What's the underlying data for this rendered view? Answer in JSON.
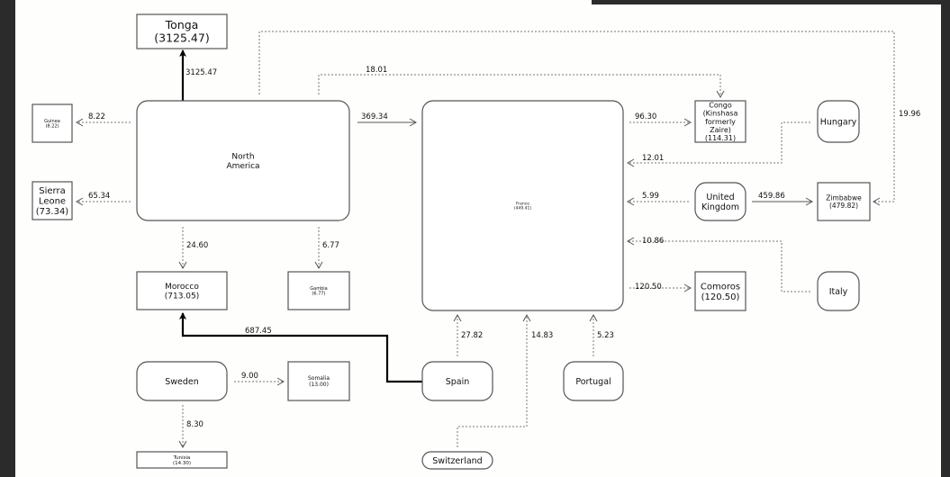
{
  "nodes": [
    {
      "id": "tonga",
      "label": [
        "Tonga",
        "(3125.47)"
      ],
      "shape": "box"
    },
    {
      "id": "north_america",
      "label": [
        "North",
        "America"
      ],
      "shape": "rounded"
    },
    {
      "id": "guinea",
      "label": [
        "Guinea",
        "(8.22)"
      ],
      "shape": "box"
    },
    {
      "id": "sierra_leone",
      "label": [
        "Sierra",
        "Leone",
        "(73.34)"
      ],
      "shape": "box"
    },
    {
      "id": "morocco",
      "label": [
        "Morocco",
        "(713.05)"
      ],
      "shape": "box"
    },
    {
      "id": "gambia",
      "label": [
        "Gambia",
        "(6.77)"
      ],
      "shape": "box"
    },
    {
      "id": "france",
      "label": [
        "France",
        "(449.41)"
      ],
      "shape": "rounded"
    },
    {
      "id": "congo",
      "label": [
        "Congo",
        "(Kinshasa",
        "formerly",
        "Zaire)",
        "(114.31)"
      ],
      "shape": "box"
    },
    {
      "id": "hungary",
      "label": [
        "Hungary"
      ],
      "shape": "rounded"
    },
    {
      "id": "united_kingdom",
      "label": [
        "United",
        "Kingdom"
      ],
      "shape": "rounded"
    },
    {
      "id": "zimbabwe",
      "label": [
        "Zimbabwe",
        "(479.82)"
      ],
      "shape": "box"
    },
    {
      "id": "comoros",
      "label": [
        "Comoros",
        "(120.50)"
      ],
      "shape": "box"
    },
    {
      "id": "italy",
      "label": [
        "Italy"
      ],
      "shape": "rounded"
    },
    {
      "id": "sweden",
      "label": [
        "Sweden"
      ],
      "shape": "rounded"
    },
    {
      "id": "somalia",
      "label": [
        "Somalia",
        "(13.00)"
      ],
      "shape": "box"
    },
    {
      "id": "tunisia",
      "label": [
        "Tunisia",
        "(14.30)"
      ],
      "shape": "box"
    },
    {
      "id": "spain",
      "label": [
        "Spain"
      ],
      "shape": "rounded"
    },
    {
      "id": "portugal",
      "label": [
        "Portugal"
      ],
      "shape": "rounded"
    },
    {
      "id": "switzerland",
      "label": [
        "Switzerland"
      ],
      "shape": "rounded"
    }
  ],
  "edges": [
    {
      "from": "north_america",
      "to": "tonga",
      "value": "3125.47",
      "style": "thick"
    },
    {
      "from": "north_america",
      "to": "guinea",
      "value": "8.22",
      "style": "dotted"
    },
    {
      "from": "north_america",
      "to": "sierra_leone",
      "value": "65.34",
      "style": "dotted"
    },
    {
      "from": "north_america",
      "to": "morocco",
      "value": "24.60",
      "style": "dotted"
    },
    {
      "from": "north_america",
      "to": "gambia",
      "value": "6.77",
      "style": "dotted"
    },
    {
      "from": "north_america",
      "to": "france",
      "value": "369.34",
      "style": "solid"
    },
    {
      "from": "north_america",
      "to": "congo",
      "value": "18.01",
      "style": "dotted"
    },
    {
      "from": "north_america",
      "to": "zimbabwe",
      "value": "19.96",
      "style": "dotted"
    },
    {
      "from": "france",
      "to": "congo",
      "value": "96.30",
      "style": "dotted"
    },
    {
      "from": "hungary",
      "to": "france",
      "value": "12.01",
      "style": "dotted"
    },
    {
      "from": "united_kingdom",
      "to": "france",
      "value": "5.99",
      "style": "dotted"
    },
    {
      "from": "united_kingdom",
      "to": "zimbabwe",
      "value": "459.86",
      "style": "solid"
    },
    {
      "from": "italy",
      "to": "france",
      "value": "10.86",
      "style": "dotted"
    },
    {
      "from": "france",
      "to": "comoros",
      "value": "120.50",
      "style": "dotted"
    },
    {
      "from": "spain",
      "to": "morocco",
      "value": "687.45",
      "style": "thick"
    },
    {
      "from": "spain",
      "to": "france",
      "value": "27.82",
      "style": "dotted"
    },
    {
      "from": "switzerland",
      "to": "france",
      "value": "14.83",
      "style": "dotted"
    },
    {
      "from": "portugal",
      "to": "france",
      "value": "5.23",
      "style": "dotted"
    },
    {
      "from": "sweden",
      "to": "somalia",
      "value": "9.00",
      "style": "dotted"
    },
    {
      "from": "sweden",
      "to": "tunisia",
      "value": "8.30",
      "style": "dotted"
    }
  ],
  "colors": {
    "stroke": "#555555",
    "thick": "#000000",
    "frame": "#2b2b2b"
  }
}
